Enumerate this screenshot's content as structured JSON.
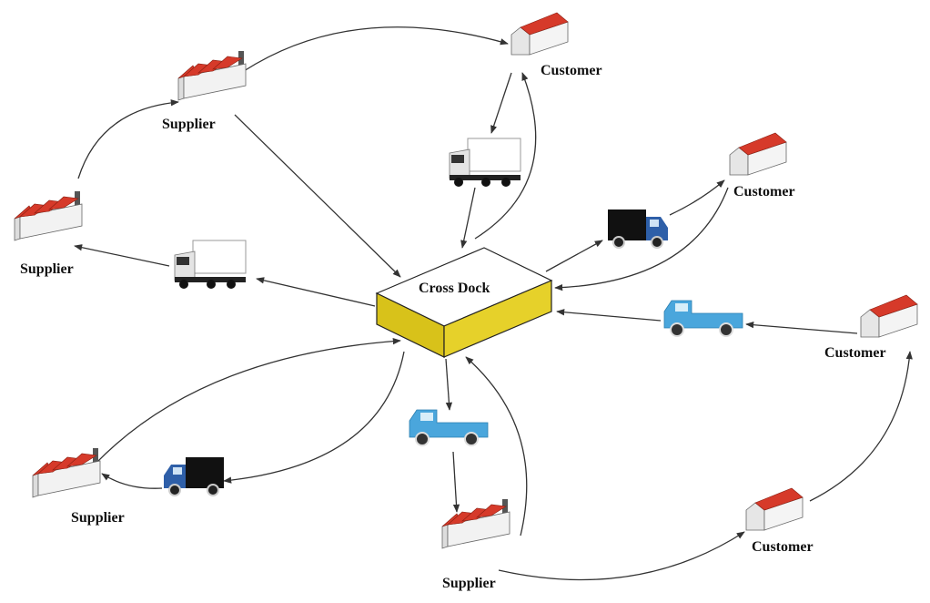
{
  "hub": {
    "label": "Cross Dock"
  },
  "nodes": [
    {
      "kind": "supplier",
      "label": "Supplier"
    },
    {
      "kind": "supplier",
      "label": "Supplier"
    },
    {
      "kind": "supplier",
      "label": "Supplier"
    },
    {
      "kind": "supplier",
      "label": "Supplier"
    },
    {
      "kind": "customer",
      "label": "Customer"
    },
    {
      "kind": "customer",
      "label": "Customer"
    },
    {
      "kind": "customer",
      "label": "Customer"
    },
    {
      "kind": "customer",
      "label": "Customer"
    }
  ],
  "vehicles": [
    {
      "kind": "semi-truck",
      "icon": "semi-truck-icon"
    },
    {
      "kind": "semi-truck",
      "icon": "semi-truck-icon"
    },
    {
      "kind": "box-truck",
      "icon": "box-truck-icon"
    },
    {
      "kind": "pickup-truck",
      "icon": "pickup-truck-icon"
    },
    {
      "kind": "pickup-truck",
      "icon": "pickup-truck-icon"
    },
    {
      "kind": "box-truck",
      "icon": "box-truck-icon"
    }
  ],
  "colors": {
    "roof": "#d63a2a",
    "wall": "#f2f2f2",
    "hub_top": "#ffffff",
    "hub_side": "#d8c21a",
    "semi_cab": "#e8e8e8",
    "box_truck_cargo": "#111111",
    "box_truck_cab": "#2e5fa8",
    "pickup": "#4aa6dc",
    "edge": "#333333"
  }
}
